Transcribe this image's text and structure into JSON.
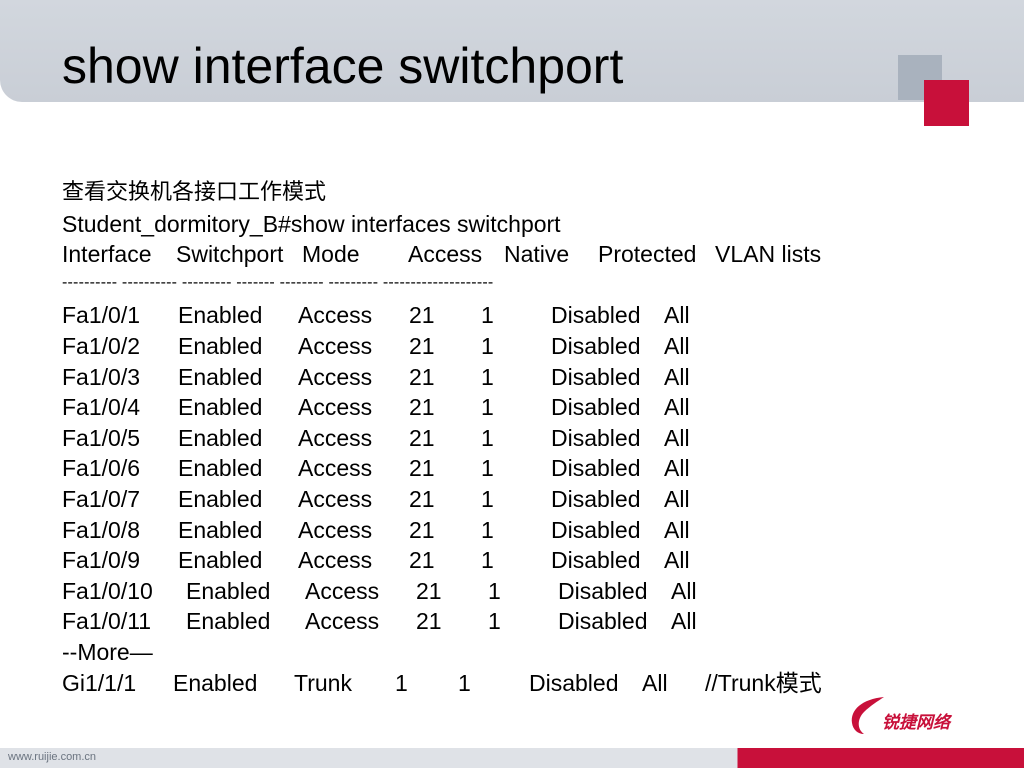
{
  "slide": {
    "title": "show interface switchport"
  },
  "content": {
    "heading": "查看交换机各接口工作模式",
    "command": "Student_dormitory_B#show interfaces switchport",
    "header": [
      "Interface",
      "Switchport",
      "Mode",
      "Access",
      "Native",
      "Protected",
      "VLAN lists"
    ],
    "dashes": "---------- ---------- --------- ------- -------- --------- --------------------",
    "rows": [
      [
        "Fa1/0/1",
        "Enabled",
        "Access",
        "21",
        "1",
        "Disabled",
        "All"
      ],
      [
        "Fa1/0/2",
        "Enabled",
        "Access",
        "21",
        "1",
        "Disabled",
        "All"
      ],
      [
        "Fa1/0/3",
        "Enabled",
        "Access",
        "21",
        "1",
        "Disabled",
        "All"
      ],
      [
        "Fa1/0/4",
        "Enabled",
        "Access",
        "21",
        "1",
        "Disabled",
        "All"
      ],
      [
        "Fa1/0/5",
        "Enabled",
        "Access",
        "21",
        "1",
        "Disabled",
        "All"
      ],
      [
        "Fa1/0/6",
        "Enabled",
        "Access",
        "21",
        "1",
        "Disabled",
        "All"
      ],
      [
        "Fa1/0/7",
        "Enabled",
        "Access",
        "21",
        "1",
        "Disabled",
        "All"
      ],
      [
        "Fa1/0/8",
        "Enabled",
        "Access",
        "21",
        "1",
        "Disabled",
        "All"
      ],
      [
        "Fa1/0/9",
        "Enabled",
        "Access",
        "21",
        "1",
        "Disabled",
        "All"
      ],
      [
        "Fa1/0/10",
        "Enabled",
        "Access",
        "21",
        "1",
        "Disabled",
        "All"
      ],
      [
        "Fa1/0/11",
        "Enabled",
        "Access",
        "21",
        "1",
        "Disabled",
        "All"
      ]
    ],
    "more": "--More—",
    "trunk_row": [
      "Gi1/1/1",
      "Enabled",
      "Trunk",
      "1",
      "1",
      "Disabled",
      "All",
      "//Trunk模式"
    ]
  },
  "footer": {
    "url": "www.ruijie.com.cn",
    "logo_text": "锐捷网络"
  },
  "colors": {
    "accent_red": "#c8103a",
    "title_bar": "#cdd2da",
    "deco_gray": "#a9b2be"
  }
}
